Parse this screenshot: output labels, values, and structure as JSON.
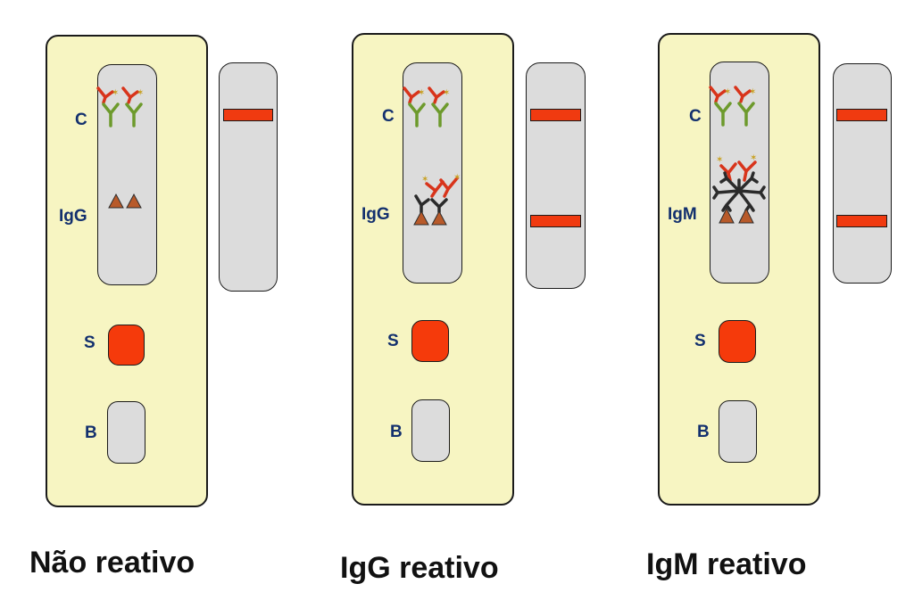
{
  "panels": [
    {
      "caption": "Não reativo",
      "labels": {
        "control": "C",
        "test": "IgG",
        "sample": "S",
        "buffer": "B"
      },
      "result_lines": [
        "C"
      ]
    },
    {
      "caption": "IgG reativo",
      "labels": {
        "control": "C",
        "test": "IgG",
        "sample": "S",
        "buffer": "B"
      },
      "result_lines": [
        "C",
        "IgG"
      ]
    },
    {
      "caption": "IgM reativo",
      "labels": {
        "control": "C",
        "test": "IgM",
        "sample": "S",
        "buffer": "B"
      },
      "result_lines": [
        "C",
        "IgM"
      ]
    }
  ],
  "colors": {
    "cassette": "#f7f5c2",
    "window": "#dcdcdc",
    "result_band": "#f03a10",
    "sample_pad": "#f53a0b",
    "label_text": "#13306e",
    "capture_antibody": "#6d9a2c",
    "gold_antibody": "#d8341b",
    "gold_particle": "#c8a020",
    "antigen": "#b85a2a",
    "patient_antibody": "#2b2b2b"
  }
}
